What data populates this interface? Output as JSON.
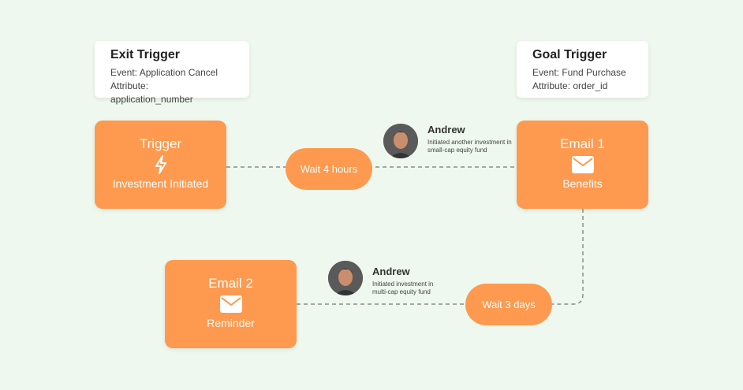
{
  "exit_trigger": {
    "title": "Exit Trigger",
    "event": "Event: Application Cancel",
    "attribute": "Attribute: application_number"
  },
  "goal_trigger": {
    "title": "Goal Trigger",
    "event": "Event: Fund Purchase",
    "attribute": "Attribute: order_id"
  },
  "nodes": {
    "trigger": {
      "title": "Trigger",
      "subtitle": "Investment Initiated",
      "icon": "lightning-icon"
    },
    "email1": {
      "title": "Email 1",
      "subtitle": "Benefits",
      "icon": "mail-icon"
    },
    "email2": {
      "title": "Email 2",
      "subtitle": "Reminder",
      "icon": "mail-icon"
    }
  },
  "waits": {
    "wait1": "Wait 4 hours",
    "wait2": "Wait 3 days"
  },
  "activity": [
    {
      "name": "Andrew",
      "text": "Initiated another investment in small-cap equity fund"
    },
    {
      "name": "Andrew",
      "text": "Initiated investment in multi-cap equity fund"
    }
  ],
  "colors": {
    "accent": "#fd9a4f",
    "background": "#eef8ee"
  }
}
